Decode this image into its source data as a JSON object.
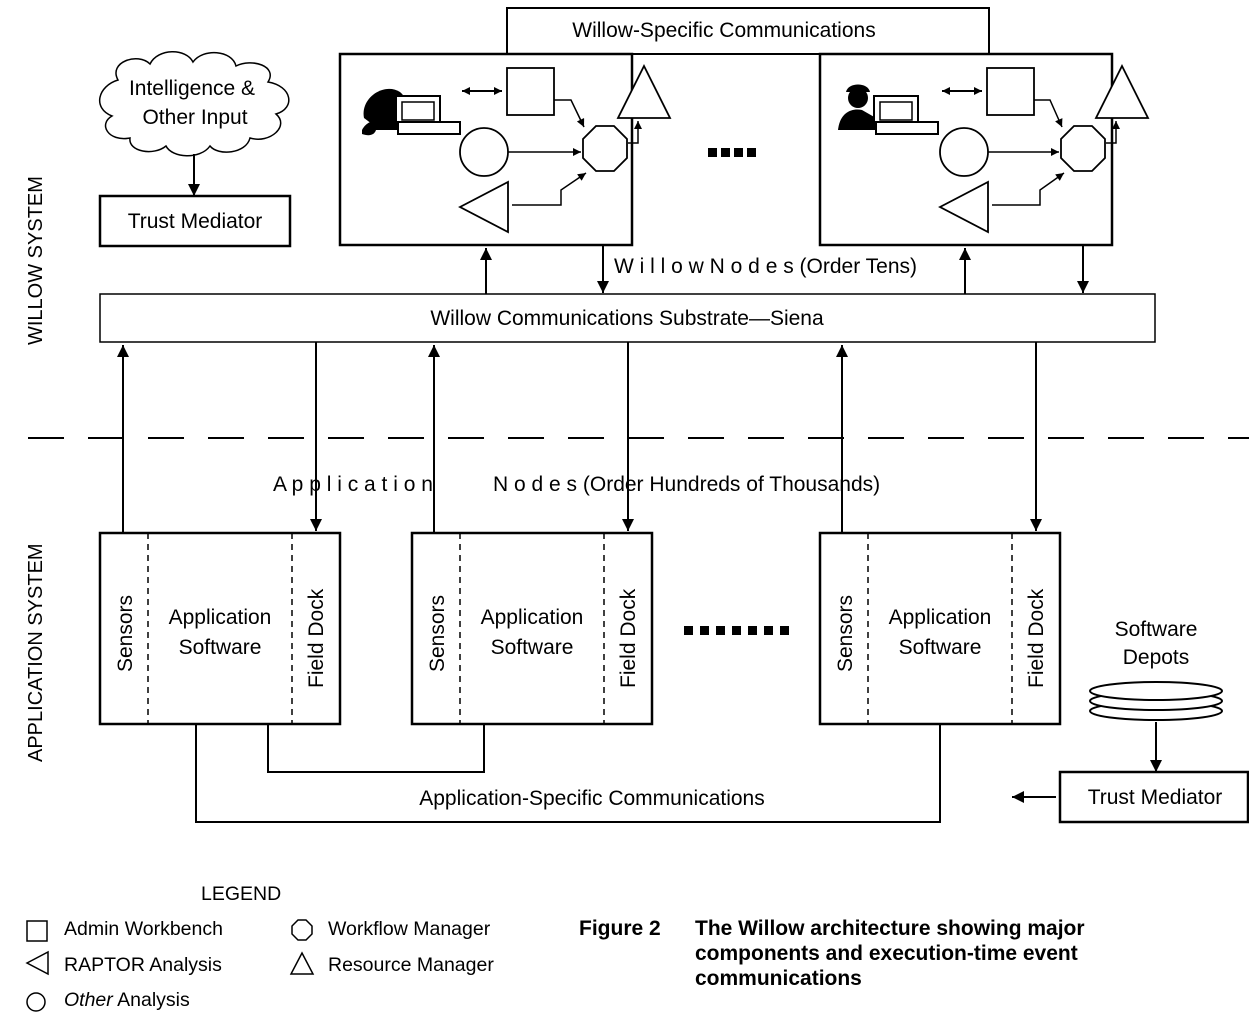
{
  "side_labels": {
    "willow_system": "WILLOW SYSTEM",
    "application_system": "APPLICATION SYSTEM"
  },
  "willow": {
    "specific_comms": "Willow-Specific Communications",
    "intel_line1": "Intelligence &",
    "intel_line2": "Other Input",
    "trust_mediator": "Trust Mediator",
    "nodes_label": "W i l l o w N o d e s (Order Tens)",
    "substrate": "Willow Communications Substrate—Siena"
  },
  "application": {
    "nodes_label_part1": "A p p l i c a t i o n",
    "nodes_label_part2": "N o d e s (Order Hundreds of Thousands)",
    "node": {
      "sensors": "Sensors",
      "software_line1": "Application",
      "software_line2": "Software",
      "field_dock": "Field Dock"
    },
    "depots_line1": "Software",
    "depots_line2": "Depots",
    "trust_mediator": "Trust Mediator",
    "specific_comms": "Application-Specific Communications"
  },
  "legend": {
    "title": "LEGEND",
    "admin_workbench": "Admin Workbench",
    "workflow_manager": "Workflow Manager",
    "raptor_analysis": "RAPTOR Analysis",
    "resource_manager": "Resource Manager",
    "other_italic": "Other",
    "analysis": " Analysis"
  },
  "caption": {
    "figure_number": "Figure 2",
    "line1": "The Willow architecture showing major",
    "line2": "components and execution-time event",
    "line3": "communications"
  }
}
